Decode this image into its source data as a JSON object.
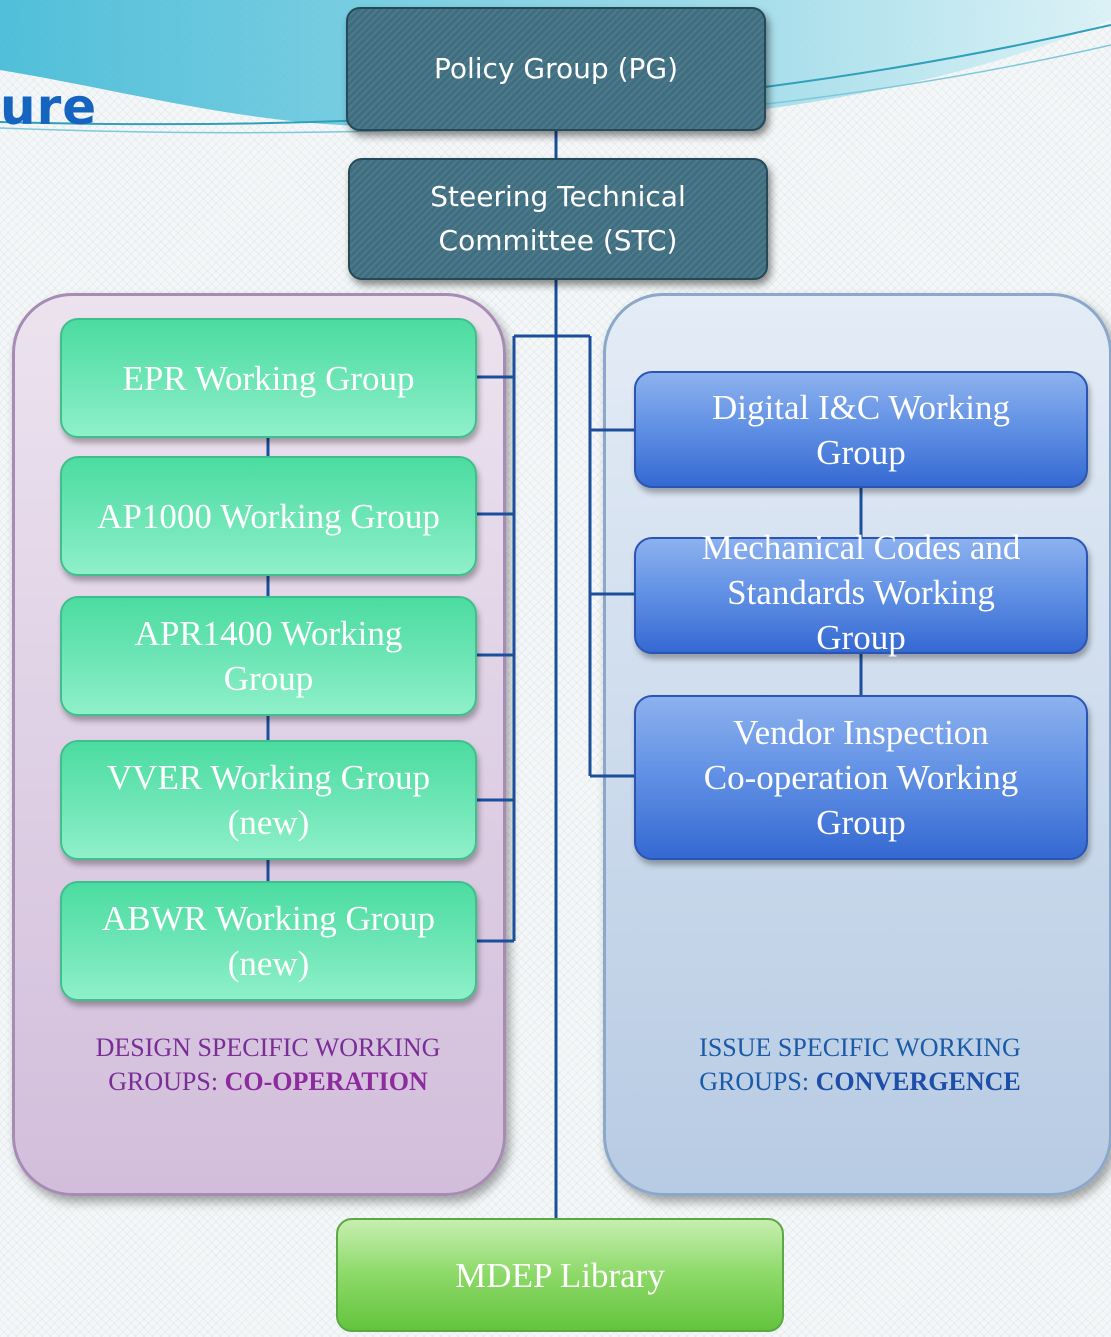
{
  "header": {
    "title_fragment": "ure"
  },
  "top": {
    "policy_group": "Policy Group (PG)",
    "steering_line1": "Steering Technical",
    "steering_line2": "Committee (STC)"
  },
  "design_groups": {
    "items": [
      {
        "line1": "EPR Working Group",
        "line2": ""
      },
      {
        "line1": "AP1000 Working Group",
        "line2": ""
      },
      {
        "line1": "APR1400 Working",
        "line2": "Group"
      },
      {
        "line1": "VVER Working Group",
        "line2": "(new)"
      },
      {
        "line1": "ABWR Working Group",
        "line2": "(new)"
      }
    ],
    "caption_line1": "DESIGN SPECIFIC WORKING",
    "caption_prefix": "GROUPS: ",
    "caption_emphasis": "CO-OPERATION"
  },
  "issue_groups": {
    "items": [
      {
        "line1": "Digital I&C Working",
        "line2": "Group",
        "line3": ""
      },
      {
        "line1": "Mechanical Codes and",
        "line2": "Standards Working",
        "line3": "Group"
      },
      {
        "line1": "Vendor Inspection",
        "line2": "Co-operation Working",
        "line3": "Group"
      }
    ],
    "caption_line1": "ISSUE SPECIFIC WORKING",
    "caption_prefix": "GROUPS: ",
    "caption_emphasis": "CONVERGENCE"
  },
  "library": {
    "label": "MDEP Library"
  },
  "colors": {
    "title": "#1565c0",
    "top_box": "#3f6e80",
    "design_box": "#6fe6b6",
    "issue_box": "#5f8fe4",
    "library_box": "#8cd968",
    "connector": "#1b4f9c"
  }
}
